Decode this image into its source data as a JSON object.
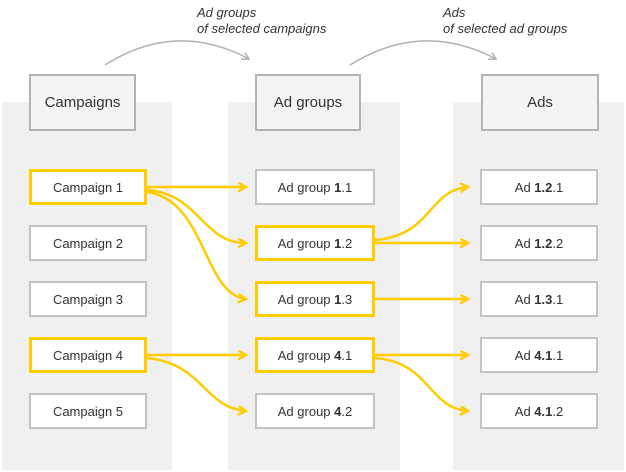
{
  "diagram": {
    "annotations": {
      "campaigns_to_adgroups": {
        "line1": "Ad groups",
        "line2": "of selected campaigns"
      },
      "adgroups_to_ads": {
        "line1": "Ads",
        "line2": "of selected ad groups"
      }
    },
    "headers": {
      "campaigns": "Campaigns",
      "ad_groups": "Ad groups",
      "ads": "Ads"
    },
    "campaigns": [
      {
        "label": "Campaign 1",
        "highlighted": true
      },
      {
        "label": "Campaign 2",
        "highlighted": false
      },
      {
        "label": "Campaign 3",
        "highlighted": false
      },
      {
        "label": "Campaign 4",
        "highlighted": true
      },
      {
        "label": "Campaign 5",
        "highlighted": false
      }
    ],
    "ad_groups": [
      {
        "prefix": "Ad group ",
        "bold": "1",
        "suffix": ".1",
        "highlighted": false
      },
      {
        "prefix": "Ad group ",
        "bold": "1",
        "suffix": ".2",
        "highlighted": true
      },
      {
        "prefix": "Ad group ",
        "bold": "1",
        "suffix": ".3",
        "highlighted": true
      },
      {
        "prefix": "Ad group ",
        "bold": "4",
        "suffix": ".1",
        "highlighted": true
      },
      {
        "prefix": "Ad group ",
        "bold": "4",
        "suffix": ".2",
        "highlighted": false
      }
    ],
    "ads": [
      {
        "prefix": "Ad ",
        "bold": "1.2",
        "suffix": ".1",
        "highlighted": false
      },
      {
        "prefix": "Ad ",
        "bold": "1.2",
        "suffix": ".2",
        "highlighted": false
      },
      {
        "prefix": "Ad ",
        "bold": "1.3",
        "suffix": ".1",
        "highlighted": false
      },
      {
        "prefix": "Ad ",
        "bold": "4.1",
        "suffix": ".1",
        "highlighted": false
      },
      {
        "prefix": "Ad ",
        "bold": "4.1",
        "suffix": ".2",
        "highlighted": false
      }
    ],
    "colors": {
      "highlight_yellow": "#ffcc00",
      "band_gray": "#f0f0f0",
      "box_border_gray": "#c3c3c3",
      "header_border_gray": "#b3b3b3",
      "annotation_arrow_gray": "#b0b0b0",
      "text": "#333333"
    }
  }
}
